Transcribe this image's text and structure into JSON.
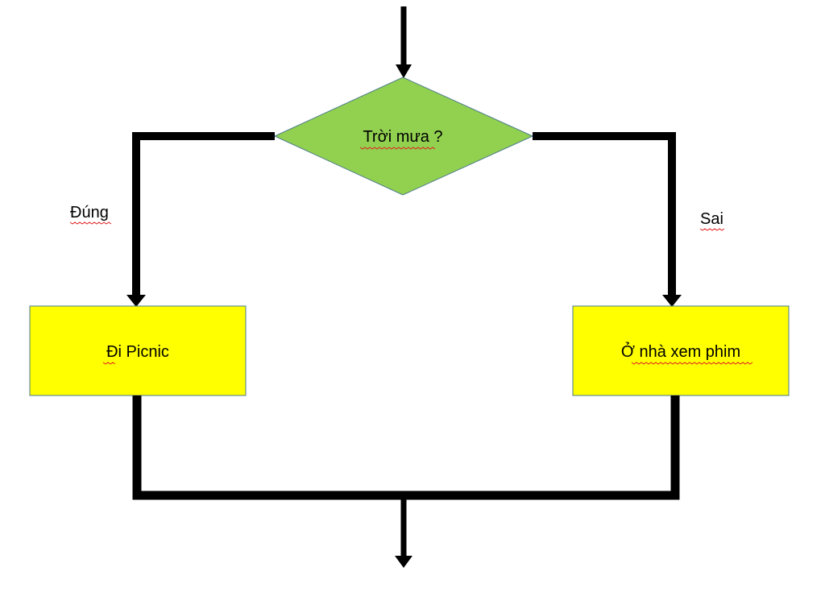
{
  "colors": {
    "decision_fill": "#92d050",
    "process_fill": "#ffff00",
    "node_border": "#4a7a8c",
    "connector": "#000000",
    "spellcheck_underline": "#e02020"
  },
  "decision": {
    "label": "Trời mưa ?"
  },
  "branches": {
    "true_label": "Đúng",
    "false_label": "Sai"
  },
  "process_true": {
    "label": "Đi Picnic"
  },
  "process_false": {
    "label": "Ở nhà xem phim"
  }
}
